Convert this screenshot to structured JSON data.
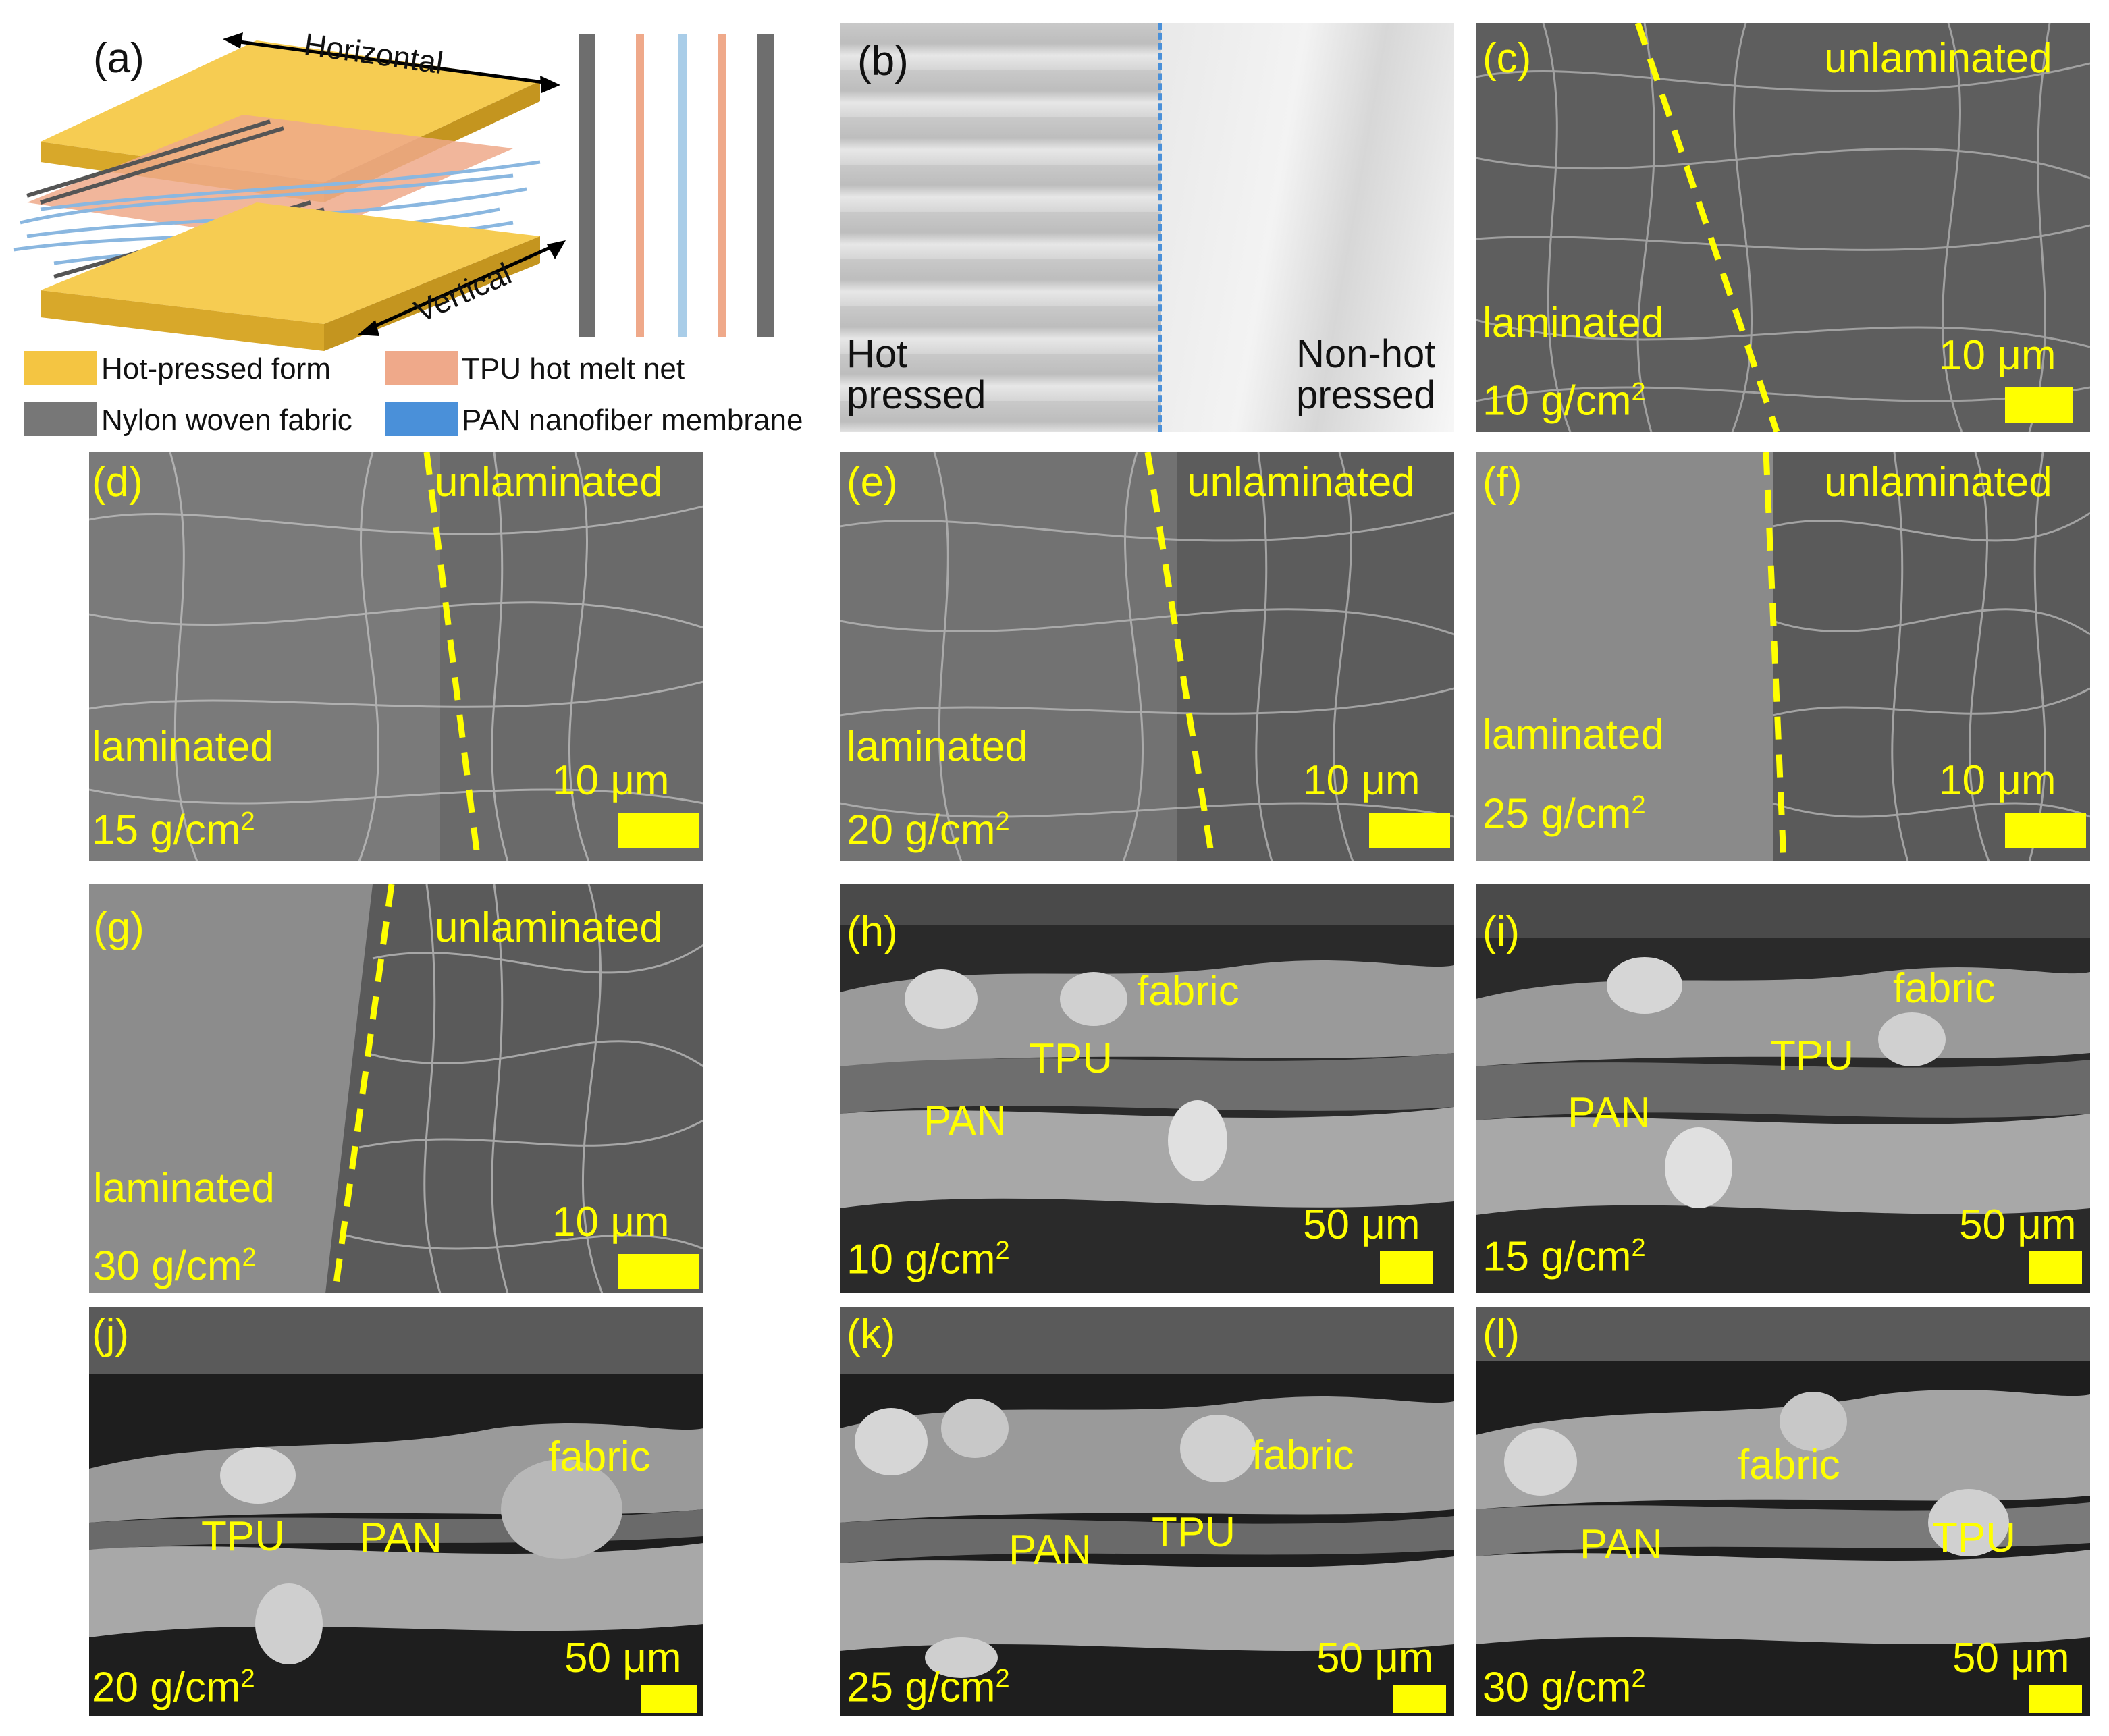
{
  "panels": {
    "a": {
      "letter": "(a)",
      "horizontal": "Horizontal",
      "vertical": "Vertical",
      "legend": [
        {
          "label": "Hot-pressed form",
          "color": "#f4c542"
        },
        {
          "label": "TPU hot melt net",
          "color": "#efa98a"
        },
        {
          "label": "Nylon woven fabric",
          "color": "#777777"
        },
        {
          "label": "PAN nanofiber membrane",
          "color": "#4a90d9"
        }
      ]
    },
    "b": {
      "letter": "(b)",
      "left": "Hot\npressed",
      "right": "Non-hot\npressed"
    },
    "c": {
      "letter": "(c)",
      "top": "unlaminated",
      "mid": "laminated",
      "pressure": "10 g/cm",
      "sup": "2",
      "scale": "10 μm"
    },
    "d": {
      "letter": "(d)",
      "top": "unlaminated",
      "mid": "laminated",
      "pressure": "15 g/cm",
      "sup": "2",
      "scale": "10 μm"
    },
    "e": {
      "letter": "(e)",
      "top": "unlaminated",
      "mid": "laminated",
      "pressure": "20 g/cm",
      "sup": "2",
      "scale": "10 μm"
    },
    "f": {
      "letter": "(f)",
      "top": "unlaminated",
      "mid": "laminated",
      "pressure": "25 g/cm",
      "sup": "2",
      "scale": "10 μm"
    },
    "g": {
      "letter": "(g)",
      "top": "unlaminated",
      "mid": "laminated",
      "pressure": "30 g/cm",
      "sup": "2",
      "scale": "10 μm"
    },
    "h": {
      "letter": "(h)",
      "fabric": "fabric",
      "tpu": "TPU",
      "pan": "PAN",
      "pressure": "10 g/cm",
      "sup": "2",
      "scale": "50 μm"
    },
    "i": {
      "letter": "(i)",
      "fabric": "fabric",
      "tpu": "TPU",
      "pan": "PAN",
      "pressure": "15 g/cm",
      "sup": "2",
      "scale": "50 μm"
    },
    "j": {
      "letter": "(j)",
      "fabric": "fabric",
      "tpu": "TPU",
      "pan": "PAN",
      "pressure": "20 g/cm",
      "sup": "2",
      "scale": "50 μm"
    },
    "k": {
      "letter": "(k)",
      "fabric": "fabric",
      "tpu": "TPU",
      "pan": "PAN",
      "pressure": "25 g/cm",
      "sup": "2",
      "scale": "50 μm"
    },
    "l": {
      "letter": "(l)",
      "fabric": "fabric",
      "tpu": "TPU",
      "pan": "PAN",
      "pressure": "30 g/cm",
      "sup": "2",
      "scale": "50 μm"
    }
  },
  "colors": {
    "annotation": "#ffff00",
    "divider_b": "#4a90d9"
  }
}
